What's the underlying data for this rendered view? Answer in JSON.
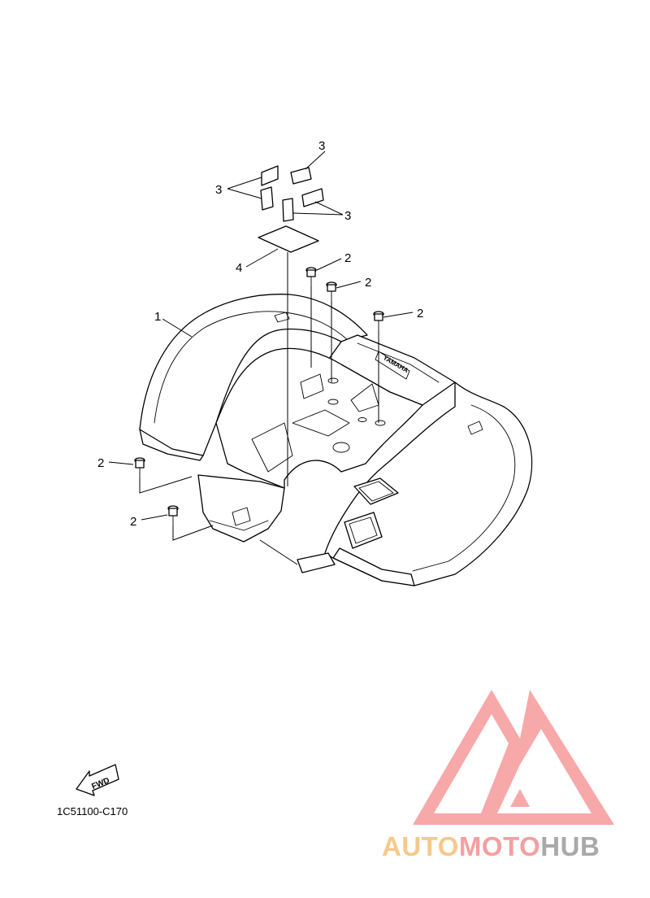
{
  "diagram": {
    "callouts": {
      "part_1": "1",
      "part_2a": "2",
      "part_2b": "2",
      "part_2c": "2",
      "part_2d": "2",
      "part_2e": "2",
      "part_3a": "3",
      "part_3b": "3",
      "part_3c": "3",
      "part_4": "4"
    },
    "fwd_label": "FWD",
    "fender_logo_text": "YAMAHA",
    "drawing_code": "1C51100-C170"
  },
  "watermark": {
    "text_part1": "AUTO",
    "text_part2": "MOTO",
    "text_part3": "HUB",
    "colors": {
      "logo": "#f7a8a8",
      "auto": "#f5c98a",
      "moto": "#f3a0a0",
      "hub": "#a9a9a9"
    }
  }
}
